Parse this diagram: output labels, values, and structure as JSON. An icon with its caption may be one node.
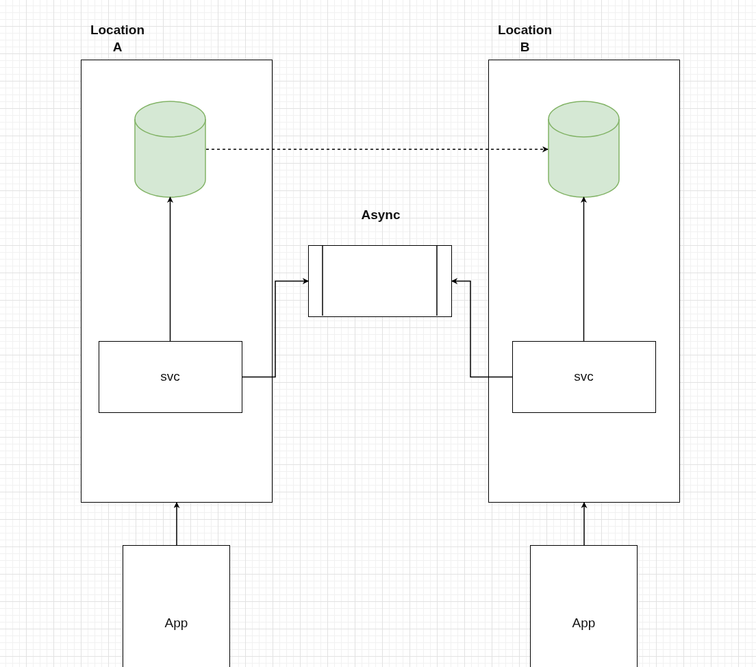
{
  "diagram": {
    "nodes": [
      {
        "text": [
          "Location A"
        ]
      },
      {
        "text": [],
        "shape": "cylinder",
        "in": 0
      },
      {
        "text": [
          "svc"
        ],
        "in": 0
      },
      {
        "text": [
          "Location B"
        ]
      },
      {
        "text": [],
        "shape": "cylinder",
        "in": 3
      },
      {
        "text": [
          "svc"
        ],
        "in": 3
      },
      {
        "text": [
          "Async"
        ]
      },
      {
        "text": [
          "App"
        ]
      },
      {
        "text": [
          "App"
        ]
      }
    ],
    "edges": [
      {
        "from": 2,
        "to": 1,
        "arrow": "to"
      },
      {
        "from": 2,
        "to": 6,
        "arrow": "to"
      },
      {
        "from": 5,
        "to": 6,
        "arrow": "to"
      },
      {
        "from": 5,
        "to": 4,
        "arrow": "to"
      },
      {
        "from": 1,
        "to": 4,
        "arrow": "to",
        "style": "dashed"
      },
      {
        "from": 7,
        "to": 0,
        "arrow": "to"
      },
      {
        "from": 8,
        "to": 3,
        "arrow": "to"
      }
    ]
  }
}
